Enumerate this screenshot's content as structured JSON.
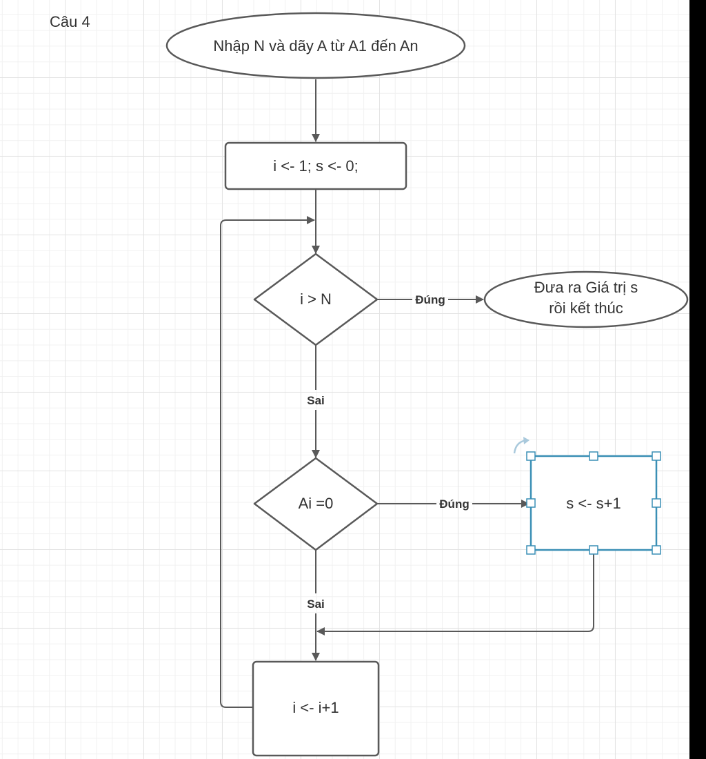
{
  "title": "Câu 4",
  "nodes": {
    "start": "Nhập N và dãy A từ A1 đến An",
    "init": "i <- 1; s <- 0;",
    "cond_i_gt_n": "i > N",
    "output_line1": "Đưa ra Giá trị s",
    "output_line2": "rồi kết thúc",
    "cond_ai_zero": "Ai =0",
    "increment_s": "s <- s+1",
    "increment_i": "i <- i+1"
  },
  "edges": {
    "cond1_true": "Đúng",
    "cond1_false": "Sai",
    "cond2_true": "Đúng",
    "cond2_false": "Sai"
  },
  "colors": {
    "line": "#595959",
    "selection": "#3a8fb5",
    "text": "#333333"
  }
}
